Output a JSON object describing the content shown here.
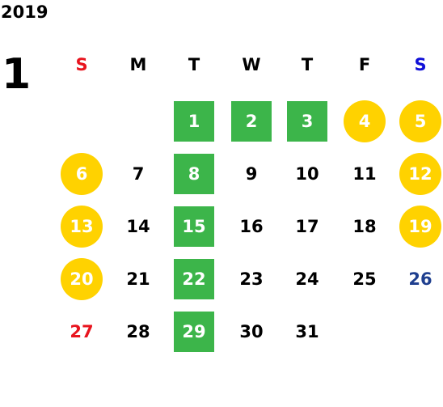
{
  "year": "2019",
  "month": "1",
  "weekdays": [
    {
      "label": "S",
      "color": "#e8141e"
    },
    {
      "label": "M",
      "color": "#000000"
    },
    {
      "label": "T",
      "color": "#000000"
    },
    {
      "label": "W",
      "color": "#000000"
    },
    {
      "label": "T",
      "color": "#000000"
    },
    {
      "label": "F",
      "color": "#000000"
    },
    {
      "label": "S",
      "color": "#1010d8"
    }
  ],
  "colors": {
    "holiday_green": "#3cb54a",
    "weekend_yellow": "#ffd200",
    "highlight_text": "#ffffff",
    "sunday_text": "#e8141e",
    "saturday_text": "#1f3f8f",
    "default_text": "#000000"
  },
  "weeks": [
    [
      null,
      null,
      {
        "label": "1",
        "mark": "box"
      },
      {
        "label": "2",
        "mark": "box"
      },
      {
        "label": "3",
        "mark": "box"
      },
      {
        "label": "4",
        "mark": "dot"
      },
      {
        "label": "5",
        "mark": "dot"
      }
    ],
    [
      {
        "label": "6",
        "mark": "dot"
      },
      {
        "label": "7",
        "mark": "none"
      },
      {
        "label": "8",
        "mark": "box"
      },
      {
        "label": "9",
        "mark": "none"
      },
      {
        "label": "10",
        "mark": "none"
      },
      {
        "label": "11",
        "mark": "none"
      },
      {
        "label": "12",
        "mark": "dot"
      }
    ],
    [
      {
        "label": "13",
        "mark": "dot"
      },
      {
        "label": "14",
        "mark": "none"
      },
      {
        "label": "15",
        "mark": "box"
      },
      {
        "label": "16",
        "mark": "none"
      },
      {
        "label": "17",
        "mark": "none"
      },
      {
        "label": "18",
        "mark": "none"
      },
      {
        "label": "19",
        "mark": "dot"
      }
    ],
    [
      {
        "label": "20",
        "mark": "dot"
      },
      {
        "label": "21",
        "mark": "none"
      },
      {
        "label": "22",
        "mark": "box"
      },
      {
        "label": "23",
        "mark": "none"
      },
      {
        "label": "24",
        "mark": "none"
      },
      {
        "label": "25",
        "mark": "none"
      },
      {
        "label": "26",
        "mark": "none"
      }
    ],
    [
      {
        "label": "27",
        "mark": "none"
      },
      {
        "label": "28",
        "mark": "none"
      },
      {
        "label": "29",
        "mark": "box"
      },
      {
        "label": "30",
        "mark": "none"
      },
      {
        "label": "31",
        "mark": "none"
      },
      null,
      null
    ]
  ]
}
